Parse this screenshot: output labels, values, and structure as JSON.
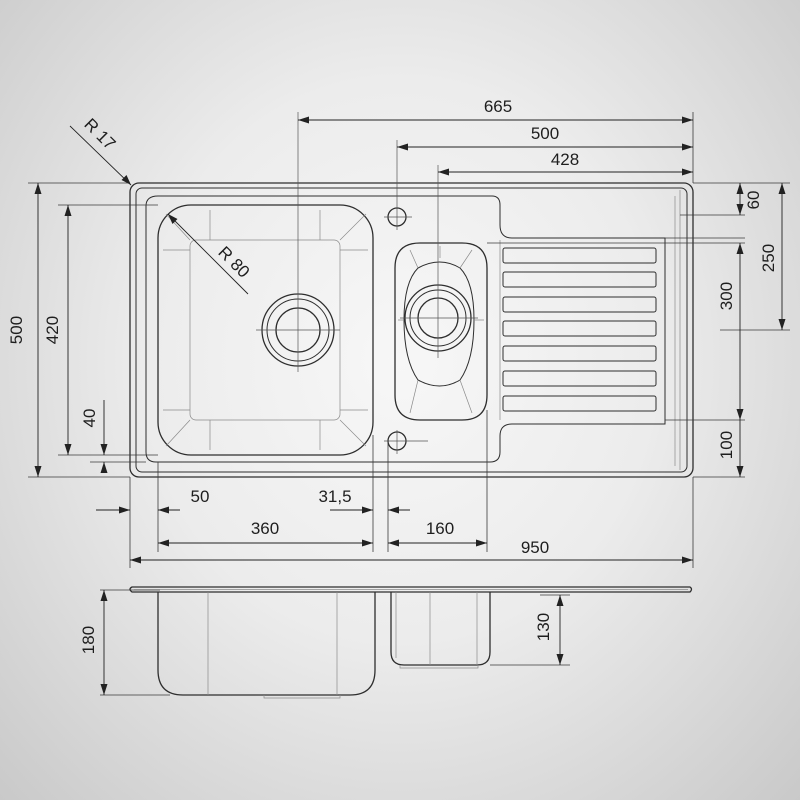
{
  "dimensions": {
    "top_665": "665",
    "top_500": "500",
    "top_428": "428",
    "radius_corner": "R 17",
    "radius_bowl": "R 80",
    "left_500": "500",
    "left_420": "420",
    "left_40": "40",
    "right_60": "60",
    "right_250": "250",
    "right_300": "300",
    "right_100": "100",
    "bottom_50": "50",
    "bottom_31_5": "31,5",
    "bottom_360": "360",
    "bottom_160": "160",
    "bottom_950": "950",
    "side_180": "180",
    "side_130": "130"
  },
  "colors": {
    "line": "#2e2e2e",
    "background_center": "#f7f7f7",
    "background_edge": "#c9c9c9"
  }
}
